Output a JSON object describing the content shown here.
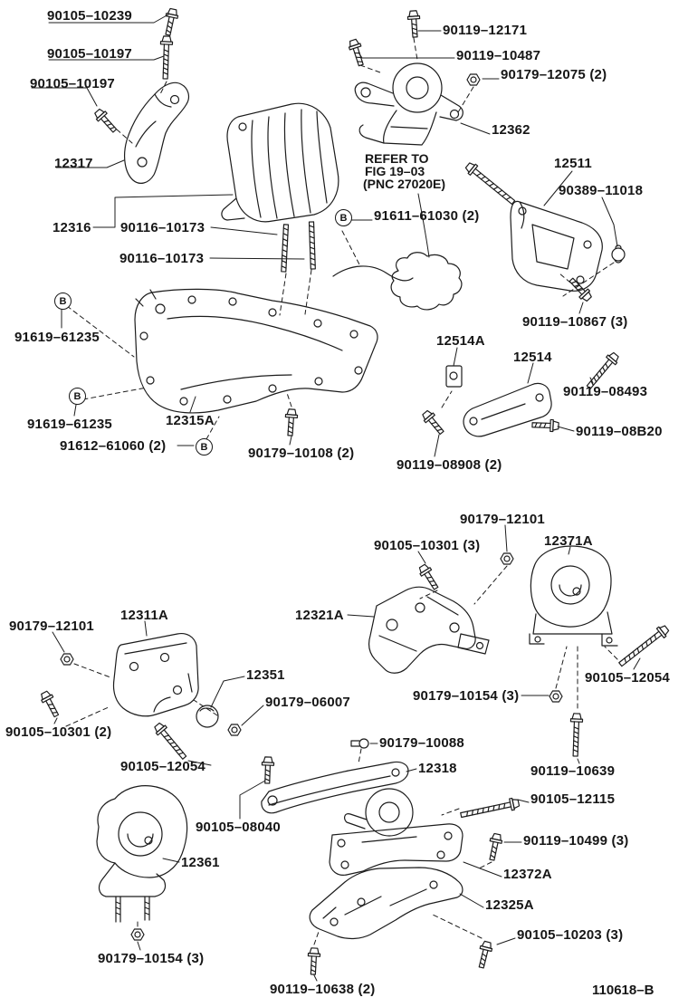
{
  "diagram": {
    "page_code": "110618–B",
    "note": {
      "line1": "REFER TO",
      "line2": "FIG 19–03",
      "line3": "(PNC 27020E)"
    }
  },
  "labels": [
    {
      "text": "90105–10239"
    },
    {
      "text": "90119–12171"
    },
    {
      "text": "90105–10197"
    },
    {
      "text": "90119–10487"
    },
    {
      "text": "90105–10197"
    },
    {
      "text": "90179–12075 (2)"
    },
    {
      "text": "12362"
    },
    {
      "text": "12317"
    },
    {
      "text": "12511"
    },
    {
      "text": "90389–11018"
    },
    {
      "text": "12316"
    },
    {
      "text": "90116–10173"
    },
    {
      "text": "91611–61030 (2)"
    },
    {
      "text": "90116–10173"
    },
    {
      "text": "90119–10867 (3)"
    },
    {
      "text": "91619–61235"
    },
    {
      "text": "12514A"
    },
    {
      "text": "12514"
    },
    {
      "text": "90119–08493"
    },
    {
      "text": "91619–61235"
    },
    {
      "text": "12315A"
    },
    {
      "text": "91612–61060 (2)"
    },
    {
      "text": "90179–10108 (2)"
    },
    {
      "text": "90119–08B20"
    },
    {
      "text": "90119–08908 (2)"
    },
    {
      "text": "90179–12101"
    },
    {
      "text": "90105–10301 (3)"
    },
    {
      "text": "12371A"
    },
    {
      "text": "12311A"
    },
    {
      "text": "90179–12101"
    },
    {
      "text": "12321A"
    },
    {
      "text": "12351"
    },
    {
      "text": "90179–06007"
    },
    {
      "text": "90105–12054"
    },
    {
      "text": "90179–10154 (3)"
    },
    {
      "text": "90105–10301 (2)"
    },
    {
      "text": "90179–10088"
    },
    {
      "text": "90105–12054"
    },
    {
      "text": "12318"
    },
    {
      "text": "90119–10639"
    },
    {
      "text": "90105–12115"
    },
    {
      "text": "90105–08040"
    },
    {
      "text": "90119–10499 (3)"
    },
    {
      "text": "12361"
    },
    {
      "text": "12372A"
    },
    {
      "text": "12325A"
    },
    {
      "text": "90105–10203 (3)"
    },
    {
      "text": "90179–10154 (3)"
    },
    {
      "text": "90119–10638 (2)"
    }
  ],
  "markers": [
    {
      "text": "B"
    },
    {
      "text": "B"
    },
    {
      "text": "B"
    },
    {
      "text": "B"
    }
  ]
}
